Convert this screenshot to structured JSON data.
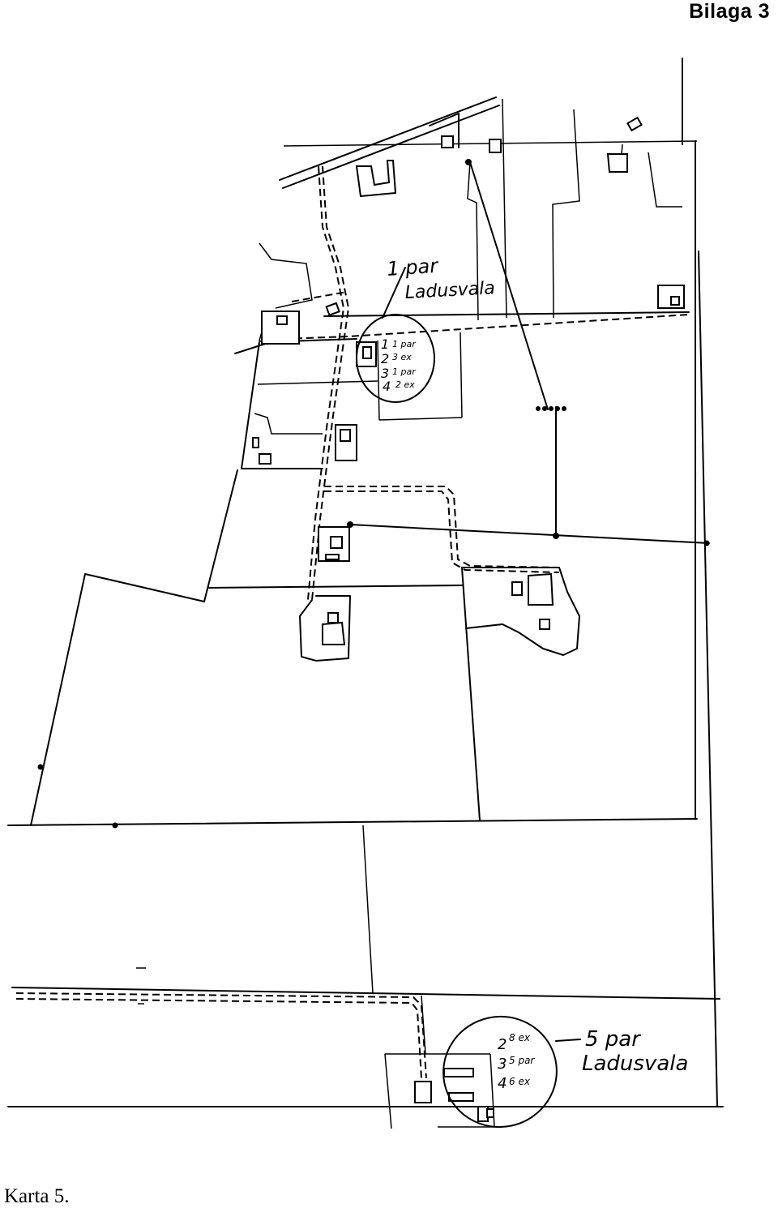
{
  "header": {
    "appendix_label": "Bilaga 3"
  },
  "caption": {
    "text": "Karta 5."
  },
  "annotations": {
    "upper": {
      "label_count": "1 par",
      "label_species": "Ladusvala",
      "rows": [
        {
          "num": "1",
          "val": "1 par"
        },
        {
          "num": "2",
          "val": "3 ex"
        },
        {
          "num": "3",
          "val": "1 par"
        },
        {
          "num": "4",
          "val": "2 ex"
        }
      ]
    },
    "lower": {
      "label_count": "5 par",
      "label_species": "Ladusvala",
      "rows": [
        {
          "num": "2",
          "val": "8 ex"
        },
        {
          "num": "3",
          "val": "5 par"
        },
        {
          "num": "4",
          "val": "6 ex"
        }
      ]
    }
  }
}
